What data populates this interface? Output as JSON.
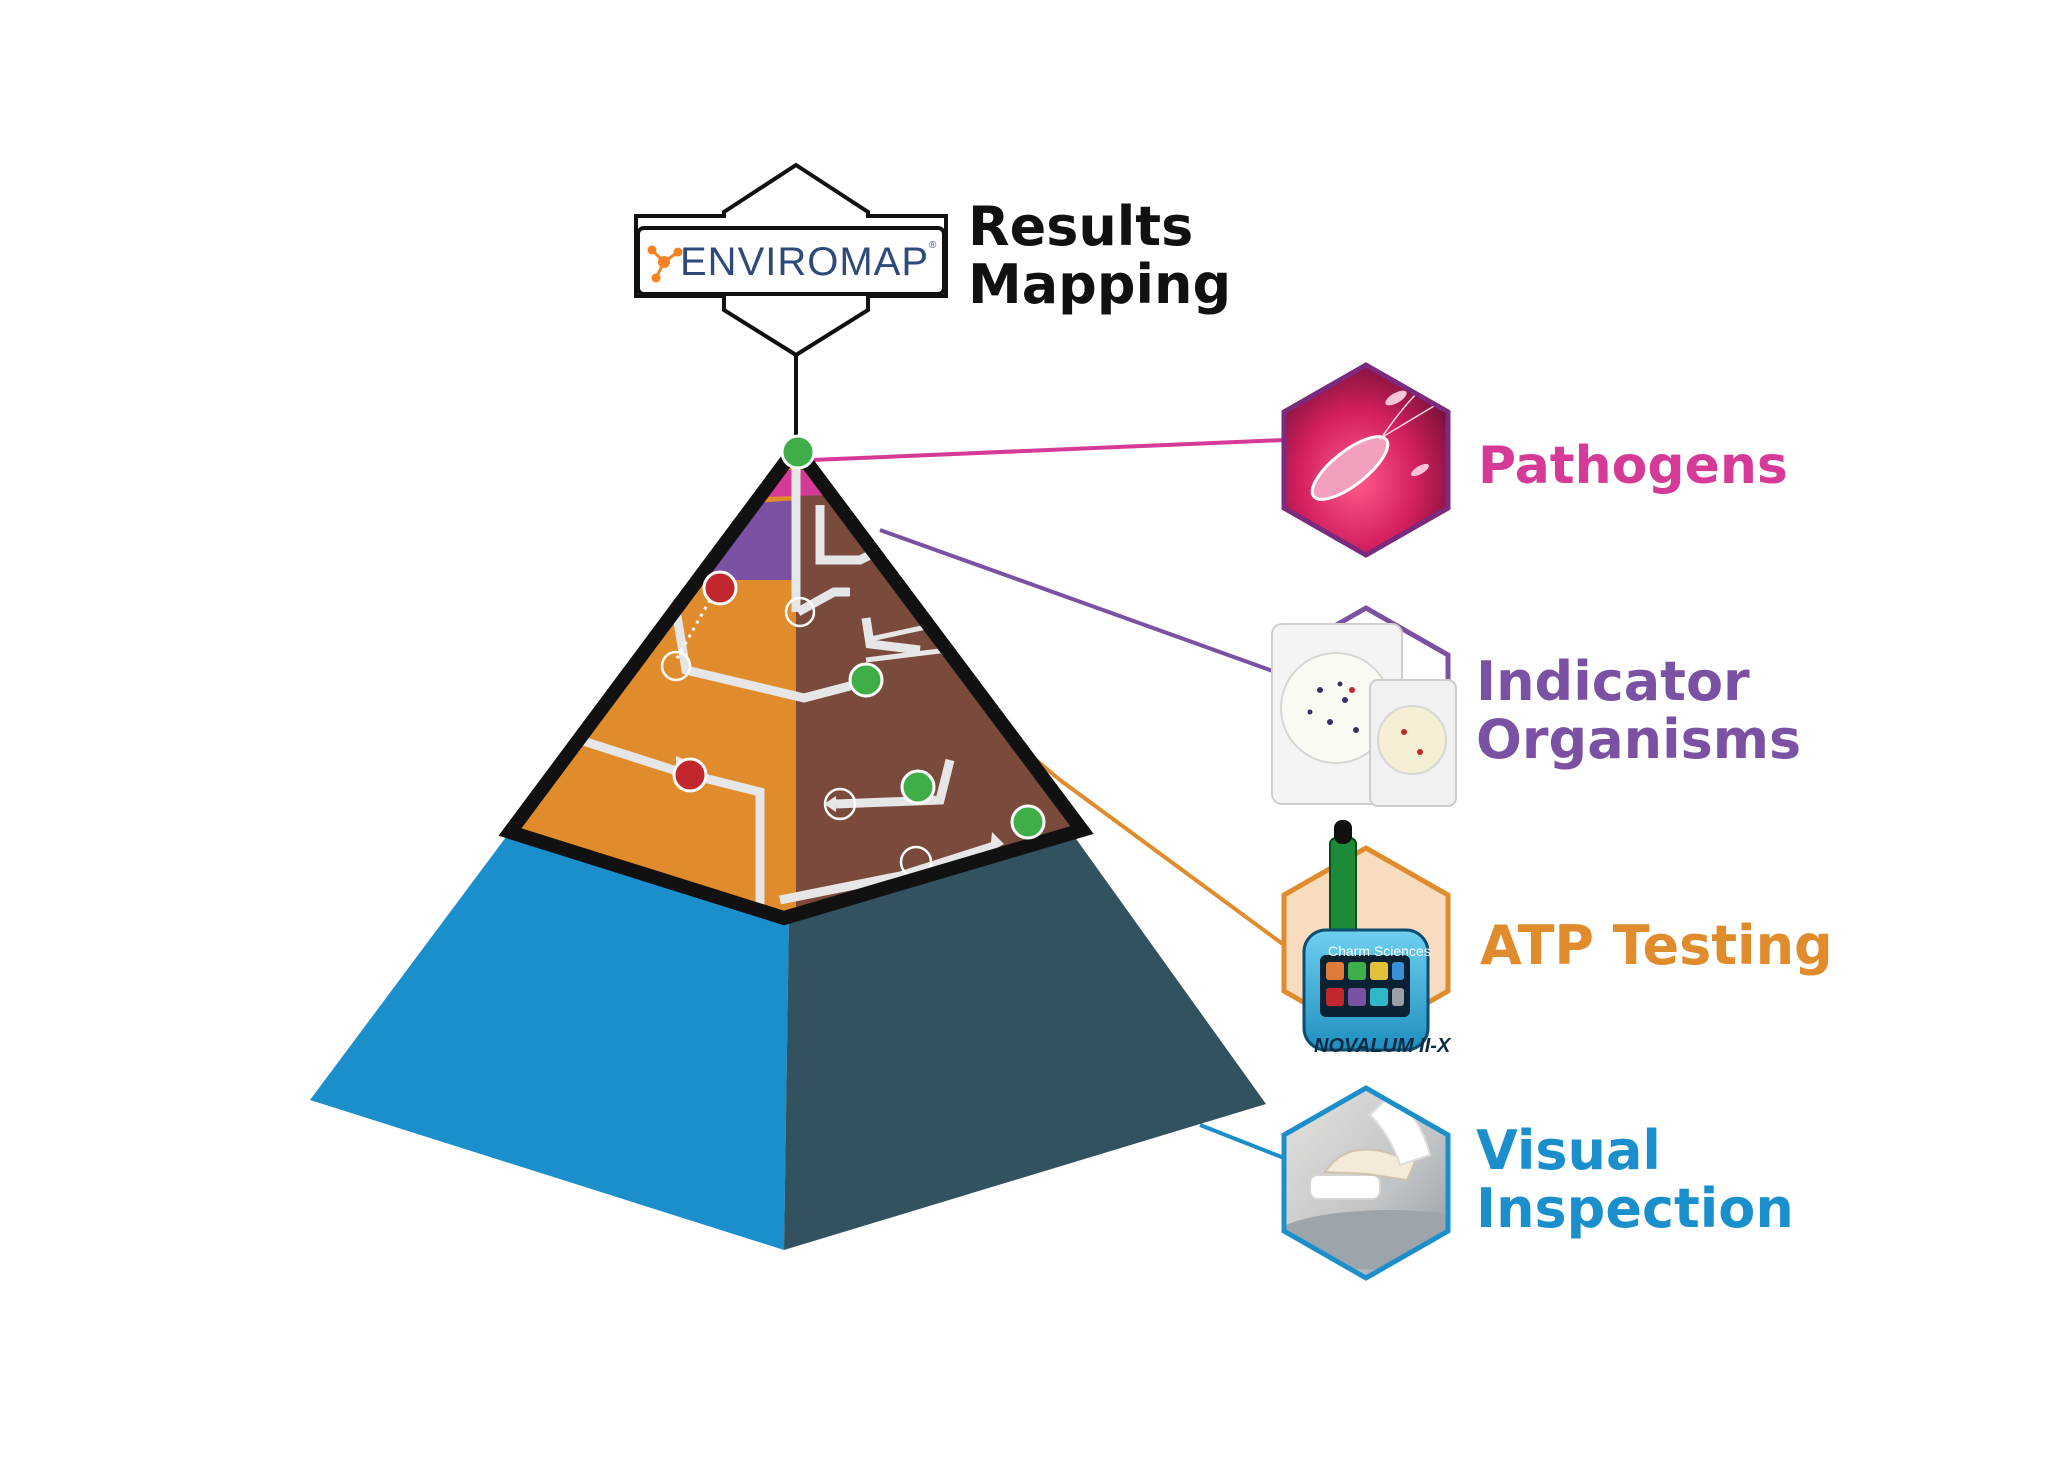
{
  "colors": {
    "black": "#111111",
    "pathogens": "#d63a97",
    "indicator": "#7b51a3",
    "atp": "#e08b2c",
    "visual": "#1b8fcc",
    "pyramid_left": "#1b8fcc",
    "pyramid_right": "#33525f",
    "top_brown": "#7a4b3d",
    "top_orange": "#e08b2c",
    "node_green": "#3fae49",
    "node_red": "#c1272d",
    "logo_orange": "#f58220",
    "logo_navy": "#2e4a7d"
  },
  "logo": {
    "name": "ENVIROMAP",
    "reg_mark": "®"
  },
  "labels": {
    "results": [
      "Results",
      "Mapping"
    ],
    "pathogens": [
      "Pathogens"
    ],
    "indicator": [
      "Indicator",
      "Organisms"
    ],
    "atp": [
      "ATP Testing"
    ],
    "visual": [
      "Visual",
      "Inspection"
    ]
  },
  "device": {
    "brand": "Charm Sciences",
    "model": "NOVALUM II-X"
  },
  "icons": {
    "pathogens": "bacteria-icon",
    "indicator": "petri-dish-icon",
    "atp": "atp-luminometer-icon",
    "visual": "cleaning-surface-icon",
    "logo": "molecule-icon"
  }
}
